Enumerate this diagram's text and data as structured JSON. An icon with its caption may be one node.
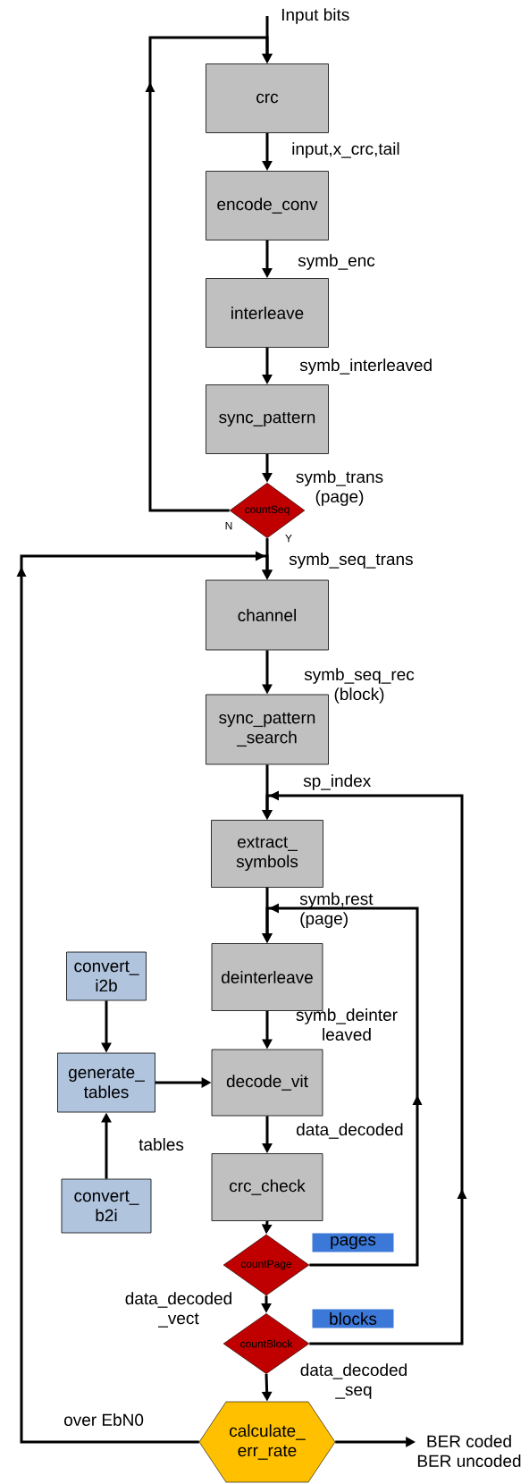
{
  "diagram": {
    "nodes": [
      {
        "text": [
          "Input bits"
        ]
      },
      {
        "text": [
          "crc"
        ]
      },
      {
        "text": [
          "encode_conv"
        ]
      },
      {
        "text": [
          "interleave"
        ]
      },
      {
        "text": [
          "sync_pattern"
        ]
      },
      {
        "text": [
          "countSeq"
        ]
      },
      {
        "text": [
          "channel"
        ]
      },
      {
        "text": [
          "sync_pattern _search"
        ]
      },
      {
        "text": [
          "extract_ symbols"
        ]
      },
      {
        "text": [
          "convert_ i2b"
        ]
      },
      {
        "text": [
          "deinterleave"
        ]
      },
      {
        "text": [
          "generate_ tables"
        ]
      },
      {
        "text": [
          "decode_vit"
        ]
      },
      {
        "text": [
          "convert_ b2i"
        ]
      },
      {
        "text": [
          "crc_check"
        ]
      },
      {
        "text": [
          "pages"
        ]
      },
      {
        "text": [
          "countPage"
        ]
      },
      {
        "text": [
          "blocks"
        ]
      },
      {
        "text": [
          "countBlock"
        ]
      },
      {
        "text": [
          "calculate_ err_rate"
        ]
      },
      {
        "text": [
          "BER coded",
          "BER uncoded"
        ]
      }
    ],
    "edges": [
      {
        "from": 0,
        "to": 1,
        "arrow": "to"
      },
      {
        "from": 1,
        "to": 2,
        "arrow": "to",
        "label": "input,x_crc,tail"
      },
      {
        "from": 2,
        "to": 3,
        "arrow": "to",
        "label": "symb_enc"
      },
      {
        "from": 3,
        "to": 4,
        "arrow": "to",
        "label": "symb_interleaved"
      },
      {
        "from": 4,
        "to": 5,
        "arrow": "to",
        "label": "symb_trans (page)"
      },
      {
        "from": 5,
        "to": 1,
        "arrow": "to",
        "label": "N"
      },
      {
        "from": 5,
        "to": 6,
        "arrow": "to",
        "label": "Y"
      },
      {
        "from": 19,
        "to": 6,
        "arrow": "to",
        "label": "over EbN0"
      },
      {
        "from": 6,
        "to": 7,
        "arrow": "to",
        "label": "symb_seq_rec (block)"
      },
      {
        "from": 7,
        "to": 8,
        "arrow": "to"
      },
      {
        "from": 18,
        "to": 8,
        "arrow": "to",
        "label": "sp_index"
      },
      {
        "from": 8,
        "to": 10,
        "arrow": "to"
      },
      {
        "from": 16,
        "to": 10,
        "arrow": "to",
        "label": "symb,rest (page)"
      },
      {
        "from": 9,
        "to": 11,
        "arrow": "to"
      },
      {
        "from": 13,
        "to": 11,
        "arrow": "to",
        "label": "tables"
      },
      {
        "from": 11,
        "to": 12,
        "arrow": "to"
      },
      {
        "from": 10,
        "to": 12,
        "arrow": "to",
        "label": "symb_deinter leaved"
      },
      {
        "from": 12,
        "to": 14,
        "arrow": "to",
        "label": "data_decoded"
      },
      {
        "from": 14,
        "to": 16,
        "arrow": "to"
      },
      {
        "from": 16,
        "to": 18,
        "arrow": "to",
        "label": "data_decoded _vect"
      },
      {
        "from": 18,
        "to": 19,
        "arrow": "to",
        "label": "data_decoded _seq"
      },
      {
        "from": 19,
        "to": 20,
        "arrow": "to"
      }
    ],
    "labels": [
      "symb_seq_trans"
    ]
  }
}
